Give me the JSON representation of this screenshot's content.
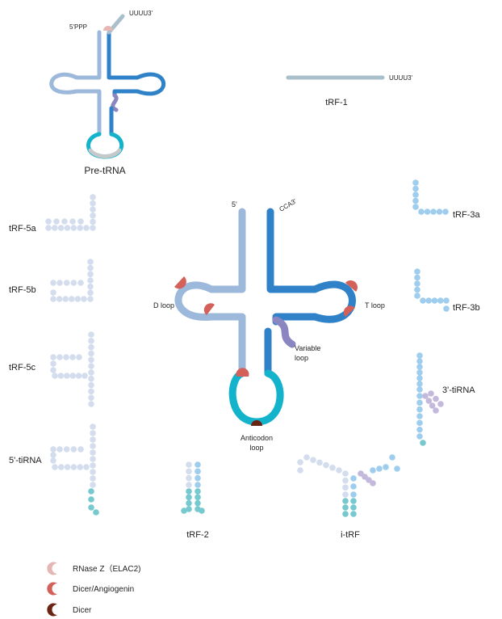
{
  "colors": {
    "light_blue": "#9cb8da",
    "mid_blue": "#2f82c8",
    "purple": "#8a86c2",
    "teal": "#12b3cb",
    "gray": "#c4c9cc",
    "bar": "#a9c0cc",
    "bead_light": "#d3dded",
    "bead_blue": "#9ecdee",
    "bead_teal": "#76cacf",
    "bead_purple": "#c3b9dc",
    "rnase_z": "#e4b6b4",
    "dicer_angiogenin": "#d4605a",
    "dicer": "#6b2414"
  },
  "pre_trna": {
    "five_prime": "5'PPP",
    "three_prime": "UUUU3'",
    "label": "Pre-tRNA"
  },
  "trf1": {
    "three_prime": "UUUU3'",
    "label": "tRF-1"
  },
  "mature": {
    "five_prime": "5'",
    "three_prime": "CCA3'",
    "d_loop": "D loop",
    "t_loop": "T loop",
    "variable_loop": [
      "Variable",
      "loop"
    ],
    "anticodon_loop": [
      "Anticodon",
      "loop"
    ]
  },
  "fragments": {
    "trf5a": "tRF-5a",
    "trf5b": "tRF-5b",
    "trf5c": "tRF-5c",
    "five_tirna": "5'-tiRNA",
    "trf2": "tRF-2",
    "itrf": "i-tRF",
    "trf3a": "tRF-3a",
    "trf3b": "tRF-3b",
    "three_tirna": "3'-tiRNA"
  },
  "legend": [
    {
      "icon": "rnase-z-icon",
      "label": "RNase Z（ELAC2)"
    },
    {
      "icon": "dicer-angiogenin-icon",
      "label": "Dicer/Angiogenin"
    },
    {
      "icon": "dicer-icon",
      "label": "Dicer"
    }
  ]
}
